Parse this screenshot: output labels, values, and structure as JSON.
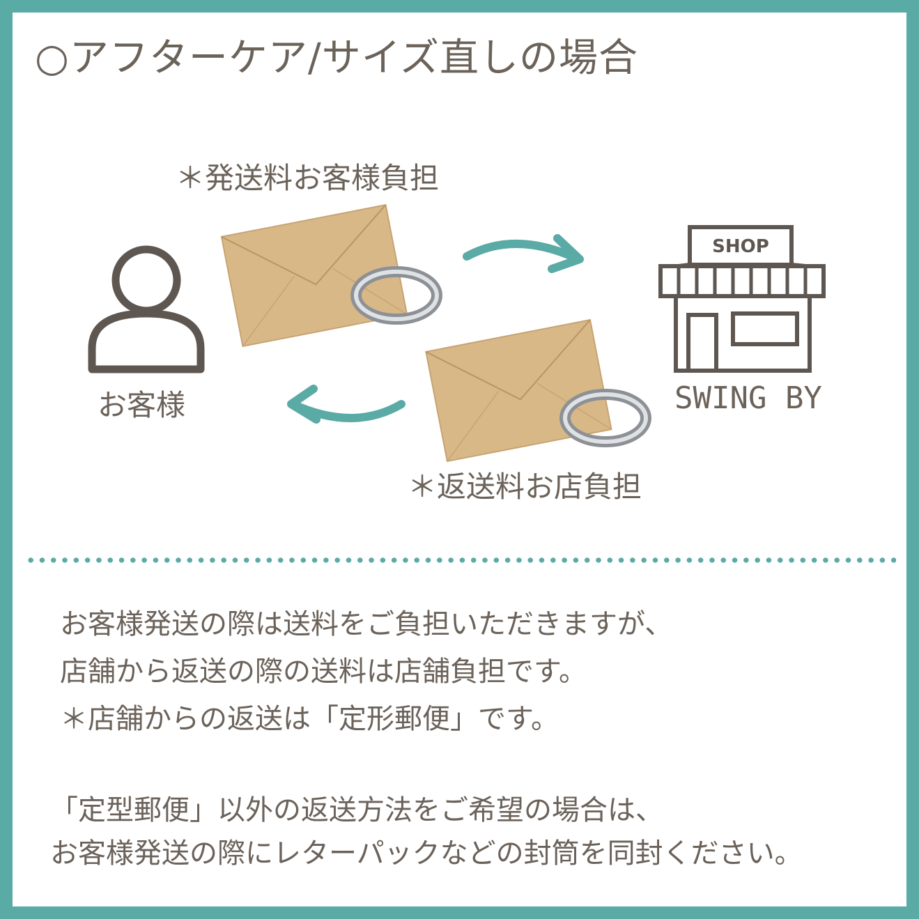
{
  "title": "○アフターケア/サイズ直しの場合",
  "diagram": {
    "send_caption": "＊発送料お客様負担",
    "return_caption": "＊返送料お店負担",
    "customer_label": "お客様",
    "shop_sign": "SHOP",
    "shop_name": "SWING BY"
  },
  "notes": {
    "paragraph1": [
      "お客様発送の際は送料をご負担いただきますが、",
      "店舗から返送の際の送料は店舗負担です。",
      "＊店舗からの返送は「定形郵便」です。"
    ],
    "paragraph2": [
      "「定型郵便」以外の返送方法をご希望の場合は、",
      "お客様発送の際にレターパックなどの封筒を同封ください。"
    ]
  },
  "colors": {
    "border": "#5aaaa6",
    "text": "#6b625a",
    "icon_stroke": "#5e5650",
    "envelope": "#d9b888"
  },
  "icons": [
    "person-icon",
    "envelope-icon",
    "ring-icon",
    "arrow-right-icon",
    "arrow-left-icon",
    "shop-icon"
  ]
}
